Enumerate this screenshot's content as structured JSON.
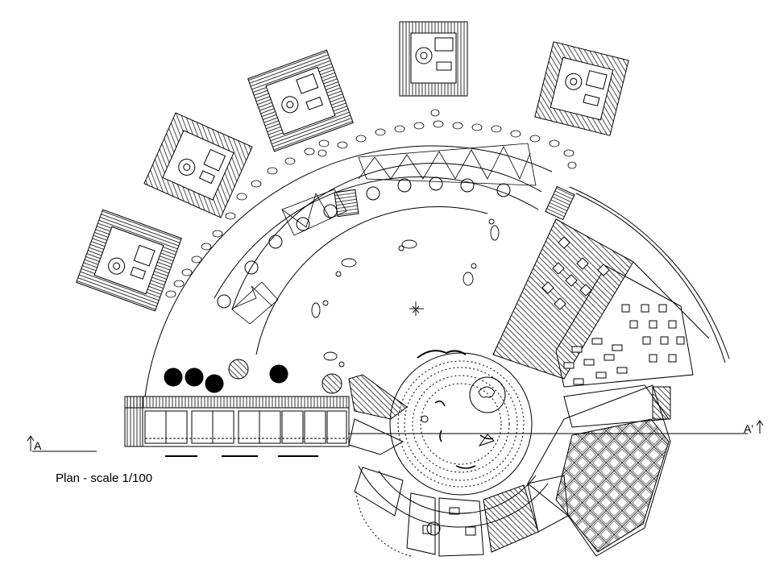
{
  "drawing": {
    "caption": "Plan - scale 1/100",
    "section_marker_left": "A",
    "section_marker_right": "A'",
    "line_color": "#000000",
    "background": "#ffffff"
  }
}
